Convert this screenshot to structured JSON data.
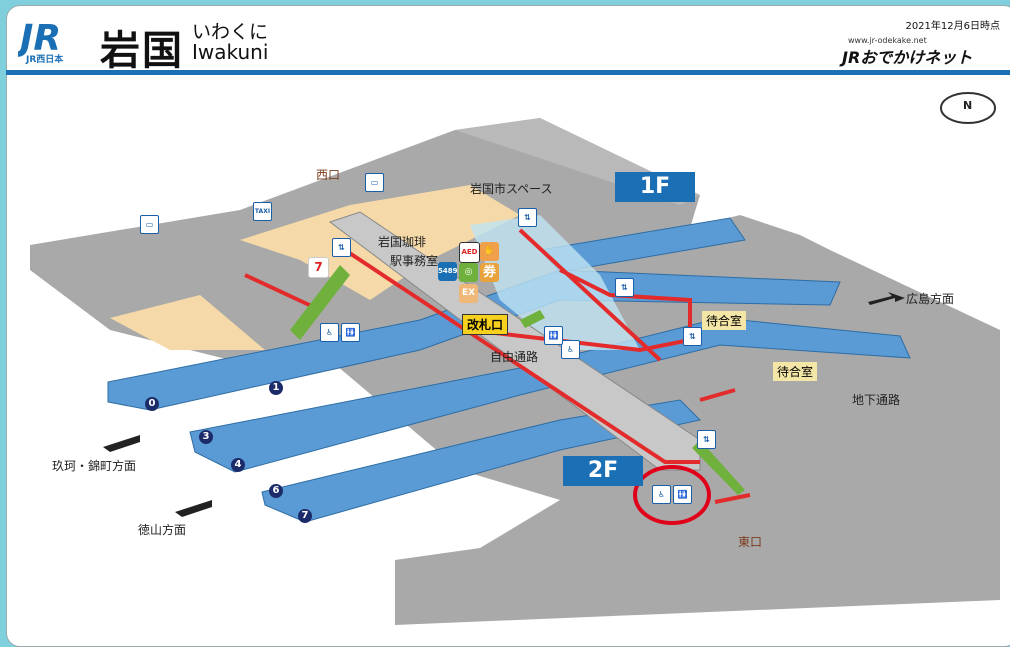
{
  "header": {
    "operator_logo": "JR",
    "operator_name": "JR西日本",
    "station_kanji": "岩国",
    "station_kana": "いわくに",
    "station_roman": "Iwakuni",
    "as_of_date": "2021年12月6日時点",
    "site_url": "www.jr-odekake.net",
    "site_brand": "JRおでかけネット"
  },
  "map": {
    "floors": {
      "f1": "1F",
      "f2": "2F"
    },
    "exits": {
      "west": "西口",
      "east": "東口"
    },
    "places": {
      "city_space": "岩国市スペース",
      "cafe": "岩国珈琲",
      "station_office": "駅事務室",
      "ticket_gate": "改札口",
      "free_passage": "自由通路",
      "waiting_room_1": "待合室",
      "waiting_room_2": "待合室",
      "underground_passage": "地下通路"
    },
    "directions": {
      "hiroshima": "広島方面",
      "kuga_nishiki": "玖珂・錦町方面",
      "tokuyama": "徳山方面"
    },
    "platform_numbers": [
      "0",
      "1",
      "3",
      "4",
      "6",
      "7"
    ],
    "icons": {
      "taxi": "TAXI",
      "ticket_machine": "5489",
      "aed": "AED",
      "express": "EX",
      "ticket": "券",
      "compass": "N"
    },
    "colors": {
      "platform": "#5b9bd5",
      "concourse": "#b5b5b5",
      "floor_1f": "#f5d9a8",
      "route": "#e32b2b",
      "highlight": "#e0001a"
    }
  }
}
